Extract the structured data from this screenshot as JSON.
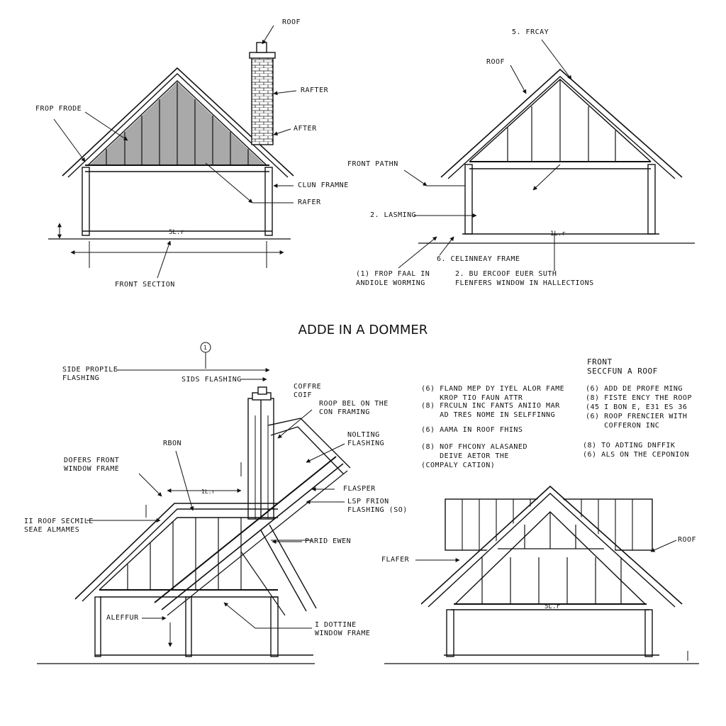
{
  "title": "ADDE IN A DOMMER",
  "panel_front_section": {
    "roof": "ROOF",
    "rafter_1": "RAFTER",
    "after": "AFTER",
    "frop_frode": "FROP FRODE",
    "clun_framne": "CLUN FRAMNE",
    "rafer": "RAFER",
    "dim": "5L.r",
    "front_section": "FRONT SECTION"
  },
  "panel_roof_frame": {
    "5_frcay": "5. FRCAY",
    "roof": "ROOF",
    "front_pathn": "FRONT PATHN",
    "2_lasming": "2. LASMING",
    "dim": "1L.r",
    "6_celinneay_frame": "6. CELINNEAY FRAME",
    "note_1": "(1) FROP FAAL IN\nANDIOLE WORMING",
    "note_2": "2. BU ERCOOF EUER SUTH\nFLENFERS WINDOW IN HALLECTIONS"
  },
  "panel_dormer": {
    "circle_num": "1",
    "side_profile_flashing": "SIDE PROPILE\nFLASHING",
    "sids_flashing": "SIDS FLASHING",
    "coffre_coif": "COFFRE\nCOIF",
    "roop_bel": "ROOP BEL ON THE\nCON FRAMING",
    "nolting_flashing": "NOLTING\nFLASHING",
    "rbon": "RBON",
    "dofers_front": "DOFERS FRONT\nWINDOW FRAME",
    "flasper": "FLASPER",
    "lsp_frion": "LSP FRION\nFLASHING (SO)",
    "ii_roof_secmile": "II ROOF SECMILE\nSEAE ALMAMES",
    "parid_ewen": "PARID EWEN",
    "aleffur": "ALEFFUR",
    "i_dottine": "I DOTTINE\nWINDOW FRAME",
    "dim": "1L.r"
  },
  "panel_notes": {
    "front_heading": "FRONT\nSECCFUN A ROOF",
    "note_6a": "(6) FLAND MEP DY IYEL ALOR FAME\n    KROP TIO FAUN ATTR",
    "note_8": "(8) FRCULN INC FANTS ANIIO MAR\n    AD TRES NOME IN SELFFINNG",
    "note_6b": "(6) AAMA IN ROOF FHINS",
    "note_8b": "(8) NOF FHCONY ALASANED\n    DEIVE AETOR THE\n(COMPALY CATION)",
    "note_r1": "(6) ADD DE PROFE MING\n(8) FISTE ENCY THE ROOP\n(45 I BON E, E31 ES 36\n(6) ROOP FRENCIER WITH\n    COFFERON INC",
    "note_r2": "(8) TO ADTING DNFFIK\n(6) ALS ON THE CEPONION"
  },
  "panel_front_roof": {
    "flaper": "FLAFER",
    "roof": "ROOF",
    "dim": "5L.r"
  }
}
